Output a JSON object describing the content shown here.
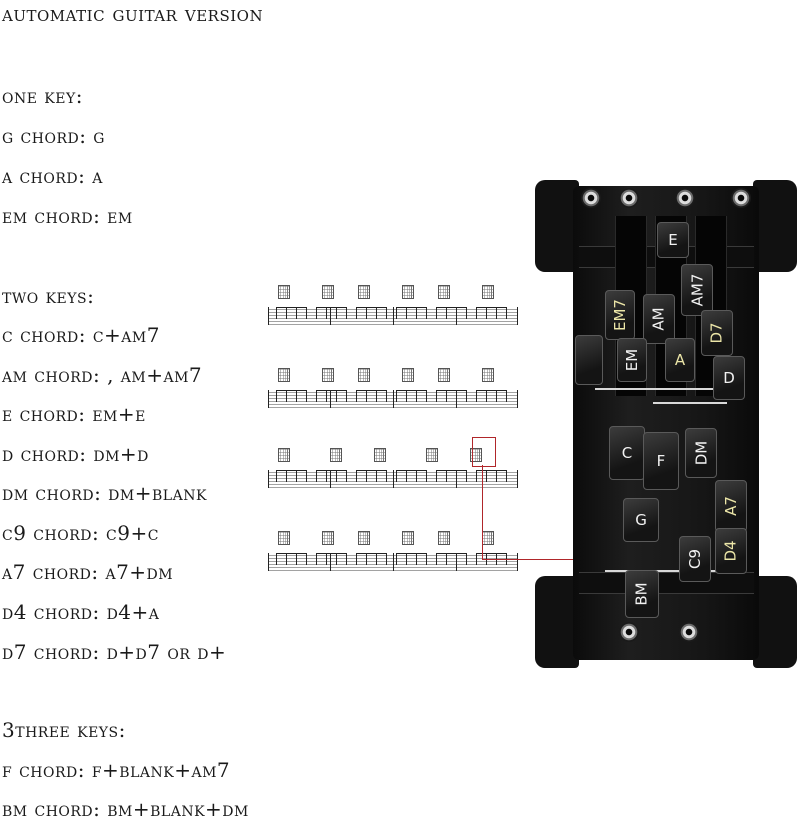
{
  "title": "Automatic Guitar Version",
  "one_key": {
    "heading": "One key:",
    "lines": [
      "G chord: G",
      "A chord: A",
      "Em chord: Em"
    ]
  },
  "two_keys": {
    "heading": "Two keys:",
    "lines": [
      "C chord: C+Am7",
      "Am chord: ,  Am+Am7",
      "E chord: Em+E",
      "D chord: Dm+D",
      "Dm chord: Dm+blank",
      "C9 chord: C9+C",
      "A7 chord: A7+Dm",
      "D4 chord: D4+A",
      "D7 chord: D+D7 or D+"
    ]
  },
  "three_keys": {
    "heading": "3Three keys:",
    "lines": [
      "F chord: F+blank+Am7",
      "Bm chord: Bm+blank+Dm"
    ]
  },
  "device_keys": {
    "e": "E",
    "em7": "EM7",
    "am": "AM",
    "am7": "AM7",
    "d7": "D7",
    "em": "EM",
    "a": "A",
    "d": "D",
    "c": "C",
    "f": "F",
    "dm": "DM",
    "g": "G",
    "a7": "A7",
    "d4": "D4",
    "c9": "C9",
    "bm": "BM"
  },
  "colors": {
    "accent_red": "#b0262a",
    "device_body": "#111111"
  }
}
